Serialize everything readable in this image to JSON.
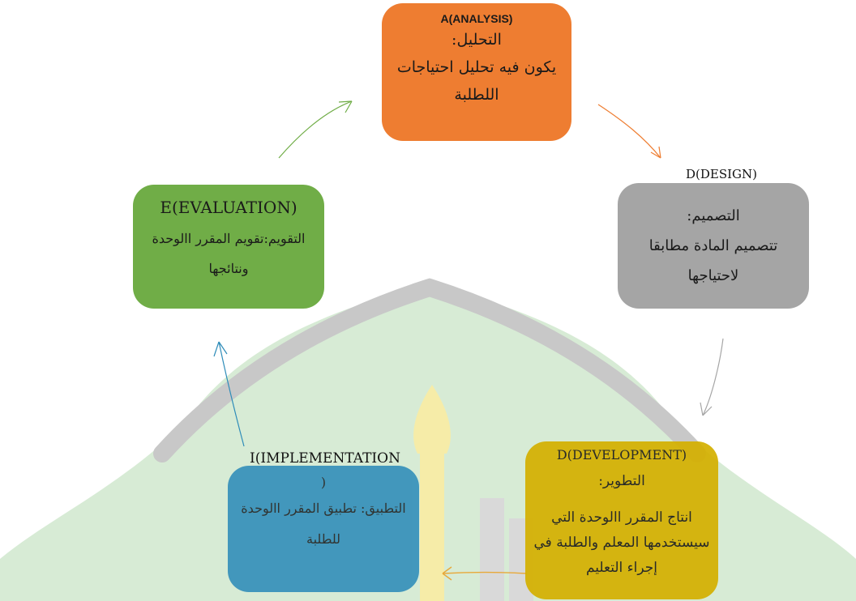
{
  "diagram": {
    "analysis": {
      "title": "A(ANALYSIS)",
      "label": "التحليل:",
      "lines": [
        "يكون فيه تحليل احتياجات",
        "اللطلبة"
      ],
      "color": "#ee7d31"
    },
    "design": {
      "title": "D(DESIGN)",
      "label": "التصميم:",
      "lines": [
        "تتصميم المادة مطابقا",
        "لاحتياجها"
      ],
      "color": "#a5a5a5"
    },
    "development": {
      "title": "D(DEVELOPMENT)",
      "label": "التطوير:",
      "lines": [
        "انتاج المقرر االوحدة التي",
        "سيستخدمها المعلم والطلبة في",
        "إجراء التعليم"
      ],
      "color": "#d4b000"
    },
    "implementation": {
      "title_line1": "I(IMPLEMENTATION",
      "title_line2": ")",
      "lines": [
        "التطبيق: تطبيق المقرر االوحدة",
        "للطلبة"
      ],
      "color": "#2e8cb9"
    },
    "evaluation": {
      "title": "E(EVALUATION)",
      "lines": [
        "التقويم:تقويم المقرر االوحدة",
        "ونتائجها"
      ],
      "color": "#70ad47"
    }
  }
}
